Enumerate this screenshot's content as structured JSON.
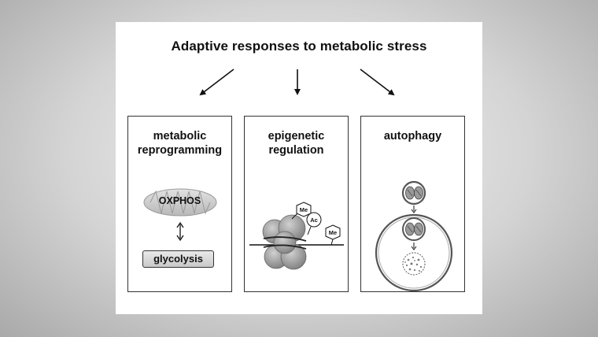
{
  "title": "Adaptive responses to metabolic stress",
  "panels": [
    {
      "label": "metabolic\nreprogramming",
      "items": {
        "upper": "OXPHOS",
        "lower": "glycolysis"
      }
    },
    {
      "label": "epigenetic\nregulation",
      "marks": {
        "methyl": "Me",
        "acetyl": "Ac"
      }
    },
    {
      "label": "autophagy"
    }
  ]
}
